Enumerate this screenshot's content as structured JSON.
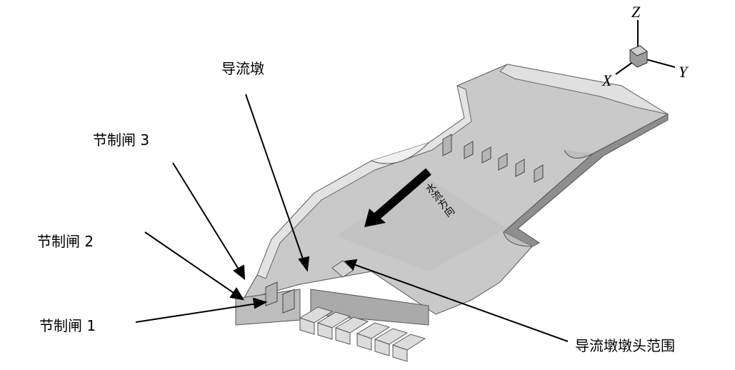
{
  "labels": {
    "pier": "导流墩",
    "gate3": "节制闸 3",
    "gate2": "节制闸 2",
    "gate1": "节制闸 1",
    "pier_head": "导流墩墩头范围",
    "flow_direction": "水流方向"
  },
  "axes": {
    "z": "Z",
    "x": "X",
    "y": "Y"
  },
  "colors": {
    "model_top": "#c8c8c8",
    "model_side": "#9a9a9a",
    "model_wall": "#d8d8d8",
    "arrow": "#000000"
  }
}
